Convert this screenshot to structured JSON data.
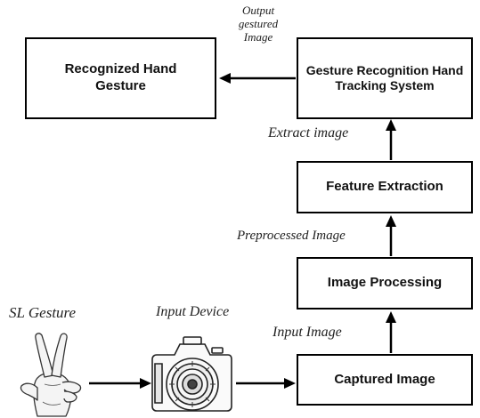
{
  "boxes": {
    "recognized": "Recognized Hand\nGesture",
    "gesture_system": "Gesture Recognition Hand\nTracking System",
    "feature_extraction": "Feature Extraction",
    "image_processing": "Image Processing",
    "captured_image": "Captured Image"
  },
  "labels": {
    "output": "Output\ngestured\nImage",
    "extract": "Extract image",
    "preprocessed": "Preprocessed Image",
    "input_image": "Input Image",
    "sl_gesture": "SL Gesture",
    "input_device": "Input Device"
  }
}
